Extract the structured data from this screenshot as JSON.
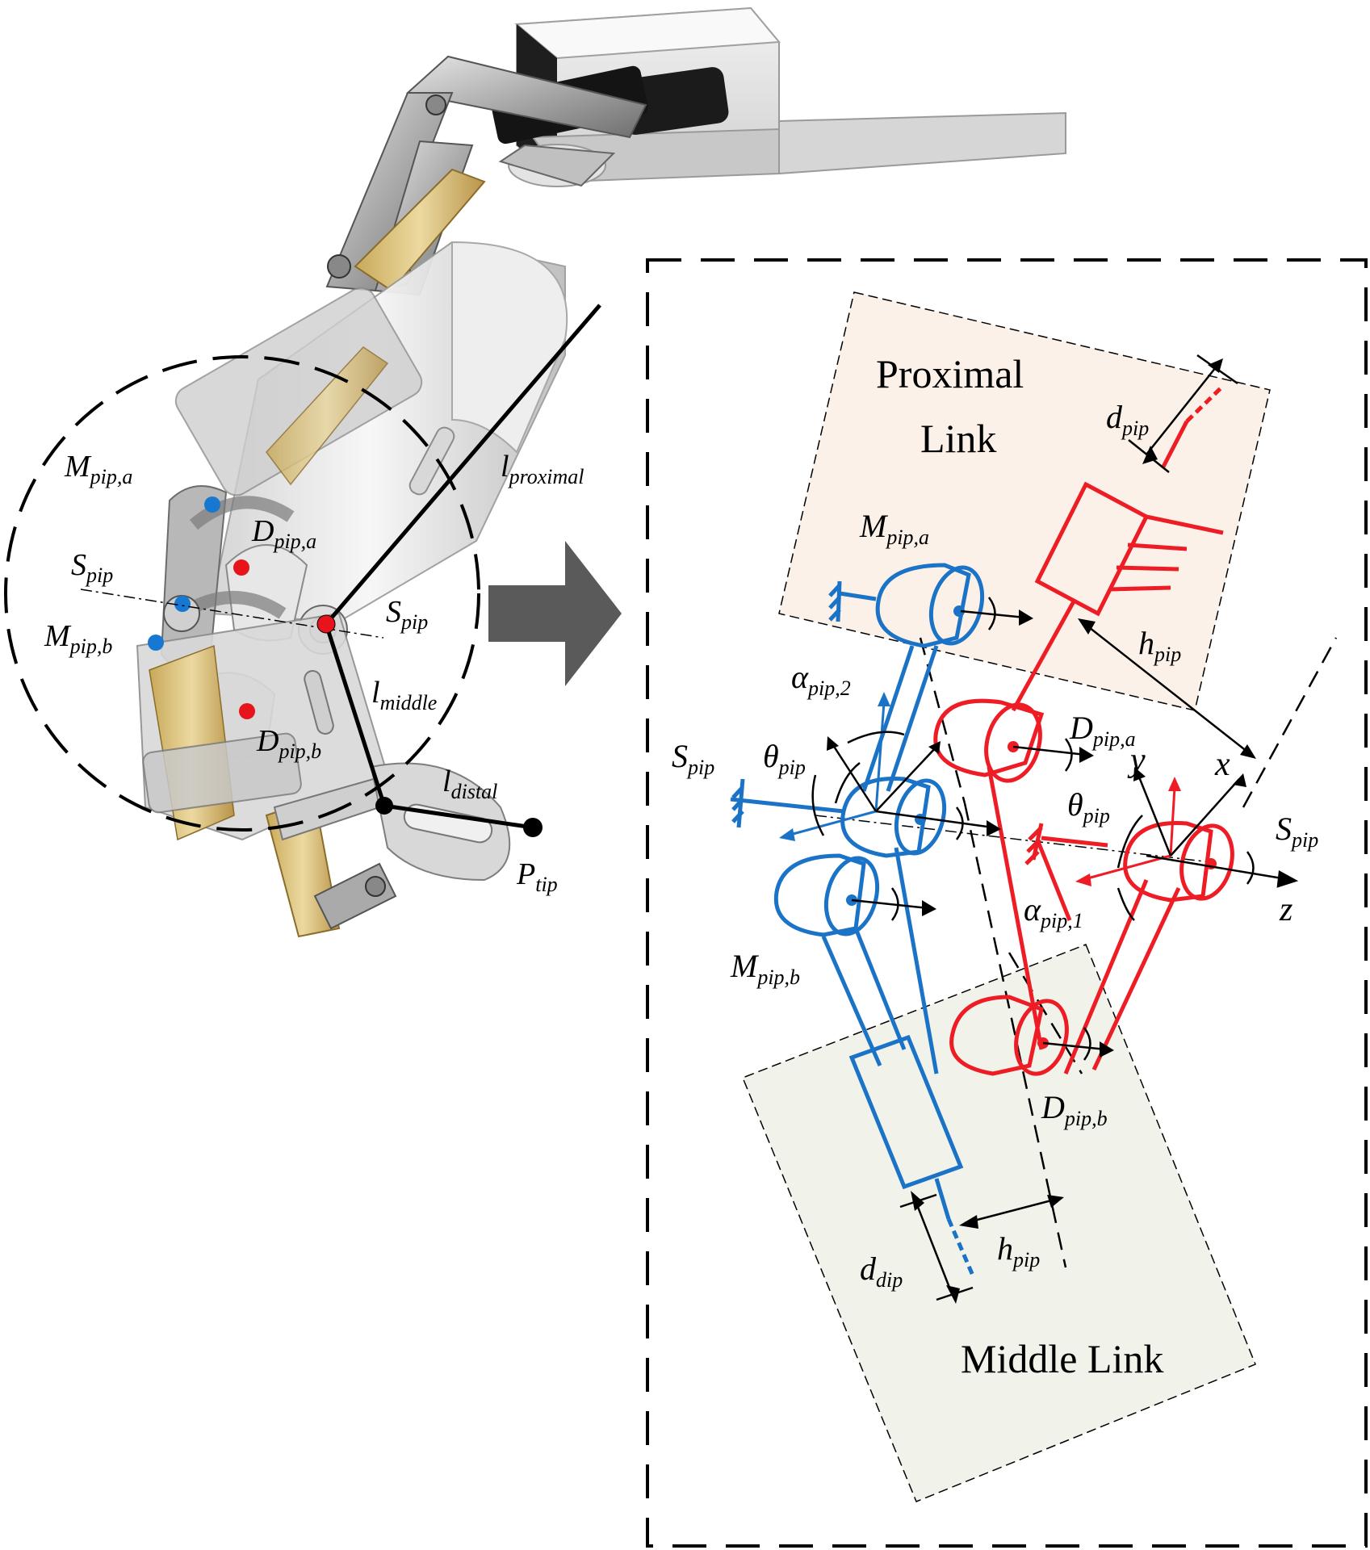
{
  "left_labels": {
    "m_pip_a": {
      "main": "M",
      "sub": "pip,a"
    },
    "s_pip_left": {
      "main": "S",
      "sub": "pip"
    },
    "m_pip_b": {
      "main": "M",
      "sub": "pip,b"
    },
    "d_pip_a": {
      "main": "D",
      "sub": "pip,a"
    },
    "s_pip_right": {
      "main": "S",
      "sub": "pip"
    },
    "d_pip_b": {
      "main": "D",
      "sub": "pip,b"
    },
    "l_proximal": {
      "main": "l",
      "sub": "proximal"
    },
    "l_middle": {
      "main": "l",
      "sub": "middle"
    },
    "l_distal": {
      "main": "l",
      "sub": "distal"
    },
    "p_tip": {
      "main": "P",
      "sub": "tip"
    }
  },
  "regions": {
    "proximal_line1": "Proximal",
    "proximal_line2": "Link",
    "middle": "Middle Link"
  },
  "right_labels": {
    "d_pip": {
      "main": "d",
      "sub": "pip"
    },
    "m_pip_a": {
      "main": "M",
      "sub": "pip,a"
    },
    "h_pip_top": {
      "main": "h",
      "sub": "pip"
    },
    "alpha_pip_2": {
      "main": "α",
      "sub": "pip,2"
    },
    "d_pip_a": {
      "main": "D",
      "sub": "pip,a"
    },
    "s_pip_blue": {
      "main": "S",
      "sub": "pip"
    },
    "theta_pip_blue": {
      "main": "θ",
      "sub": "pip"
    },
    "y_axis": "y",
    "x_axis": "x",
    "theta_pip_red": {
      "main": "θ",
      "sub": "pip"
    },
    "s_pip_red": {
      "main": "S",
      "sub": "pip"
    },
    "alpha_pip_1": {
      "main": "α",
      "sub": "pip,1"
    },
    "z_axis": "z",
    "m_pip_b": {
      "main": "M",
      "sub": "pip,b"
    },
    "d_pip_b": {
      "main": "D",
      "sub": "pip,b"
    },
    "d_dip": {
      "main": "d",
      "sub": "dip"
    },
    "h_pip_bottom": {
      "main": "h",
      "sub": "pip"
    }
  },
  "colors": {
    "blue": "#1a73c7",
    "red": "#ee1c24",
    "proximal_fill": "#fbf1e8",
    "middle_fill": "#f1f3ea",
    "arrow": "#5a5a5a",
    "blue_marker": "#1778d1",
    "red_marker": "#e8141c"
  }
}
